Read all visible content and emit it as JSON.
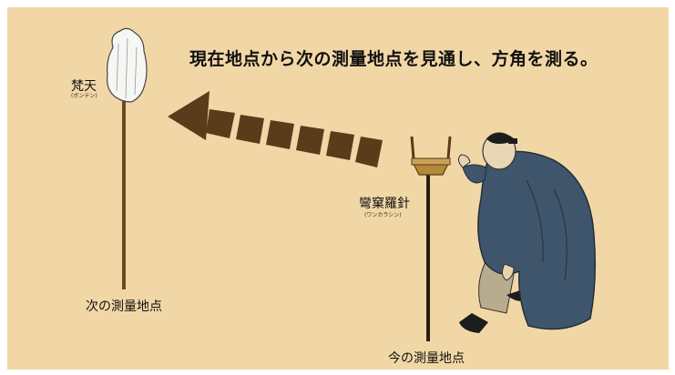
{
  "headline": "現在地点から次の測量地点を見通し、方角を測る。",
  "bonten": {
    "label": "梵天",
    "reading": "(ボンテン)"
  },
  "compass": {
    "label": "彎窠羅針",
    "reading": "(ワンカラシン)"
  },
  "next_point_label": "次の測量地点",
  "current_point_label": "今の測量地点",
  "colors": {
    "background": "#f2d7a6",
    "pole": "#6e4a24",
    "arrow": "#5a3b1a",
    "robe": "#3f556b"
  }
}
